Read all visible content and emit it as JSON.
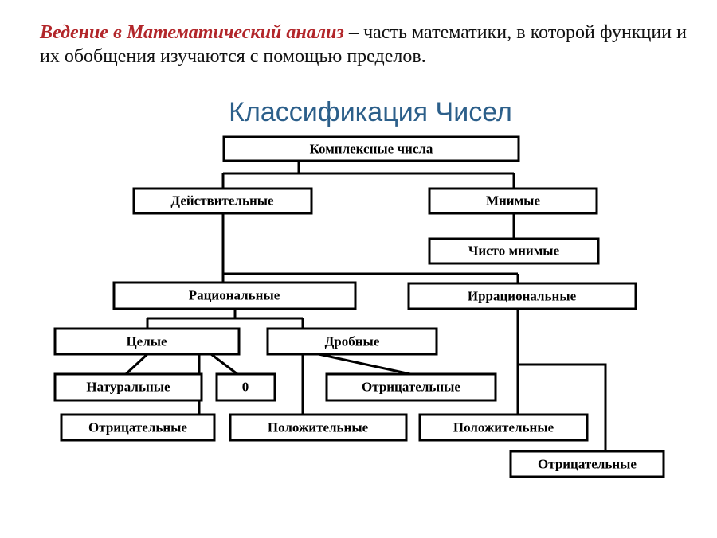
{
  "intro": {
    "term": "Ведение в Математический анализ",
    "text": " – часть математики, в которой функции и их обобщения изучаются с помощью пределов."
  },
  "title": "Классификация Чисел",
  "nodes": {
    "complex": "Комплексные числа",
    "real": "Действительные",
    "imaginary": "Мнимые",
    "pure_imaginary": "Чисто мнимые",
    "rational": "Рациональные",
    "irrational": "Иррациональные",
    "integer": "Целые",
    "fractional": "Дробные",
    "natural": "Натуральные",
    "zero": "0",
    "int_negative": "Отрицательные",
    "frac_negative": "Отрицательные",
    "frac_positive": "Положительные",
    "irr_positive": "Положительные",
    "irr_negative": "Отрицательные"
  }
}
